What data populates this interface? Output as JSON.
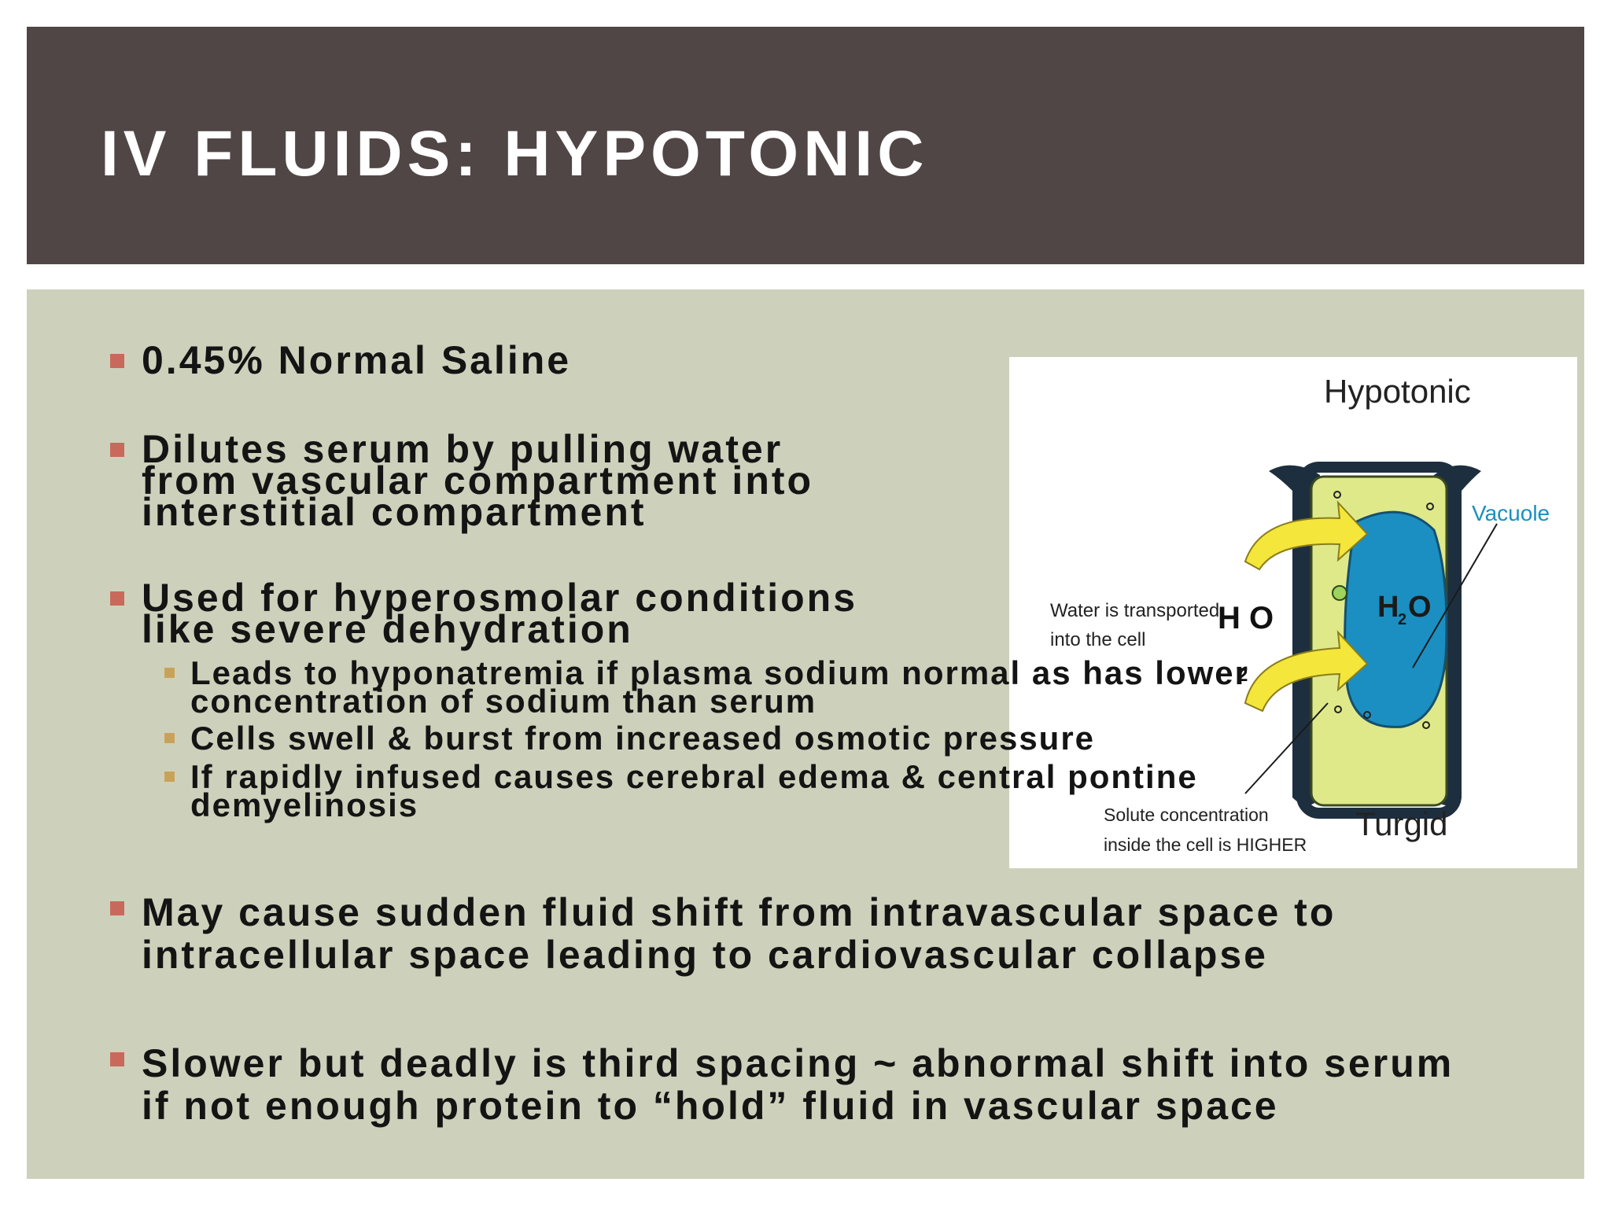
{
  "slide": {
    "title": "IV FLUIDS: HYPOTONIC"
  },
  "bullets": [
    {
      "lines": [
        "0.45% Normal Saline"
      ]
    },
    {
      "lines": [
        "Dilutes serum by pulling water",
        "from vascular compartment into",
        "interstitial compartment"
      ]
    },
    {
      "lines": [
        "Used for hyperosmolar conditions",
        "like severe dehydration"
      ]
    },
    {
      "lines": [
        "May cause sudden fluid shift from intravascular space to",
        "intracellular space leading to cardiovascular collapse"
      ]
    },
    {
      "lines": [
        "Slower but deadly is third spacing ~ abnormal shift into serum",
        "if not enough protein to “hold” fluid in vascular space"
      ]
    }
  ],
  "sub_bullets": [
    {
      "lines": [
        "Leads to hyponatremia if plasma sodium normal as has lower",
        "concentration of sodium than serum"
      ]
    },
    {
      "lines": [
        "Cells swell & burst from increased osmotic pressure"
      ]
    },
    {
      "lines": [
        "If rapidly infused causes cerebral edema & central pontine",
        "demyelinosis"
      ]
    }
  ],
  "figure": {
    "title": "Hypotonic",
    "vacuole_label": "Vacuole",
    "water_label_1": "Water is transported",
    "water_label_2": "into the cell",
    "h2o_outside_h": "H O",
    "h2o_outside_sub": "2",
    "h2o_inside": "H",
    "h2o_inside_sub": "2",
    "h2o_inside_o": "O",
    "solute_label_1": "Solute concentration",
    "solute_label_2": "inside the cell is HIGHER",
    "state_label": "Turgid"
  },
  "colors": {
    "header_bg": "#514646",
    "content_bg": "#cdd1bb",
    "bullet_marker": "#c9695b",
    "sub_bullet_marker": "#c9a25a",
    "cell_wall": "#1d2f3f",
    "cytoplasm": "#dfe98a",
    "vacuole": "#1b8fc1",
    "arrow": "#f4e63a"
  }
}
